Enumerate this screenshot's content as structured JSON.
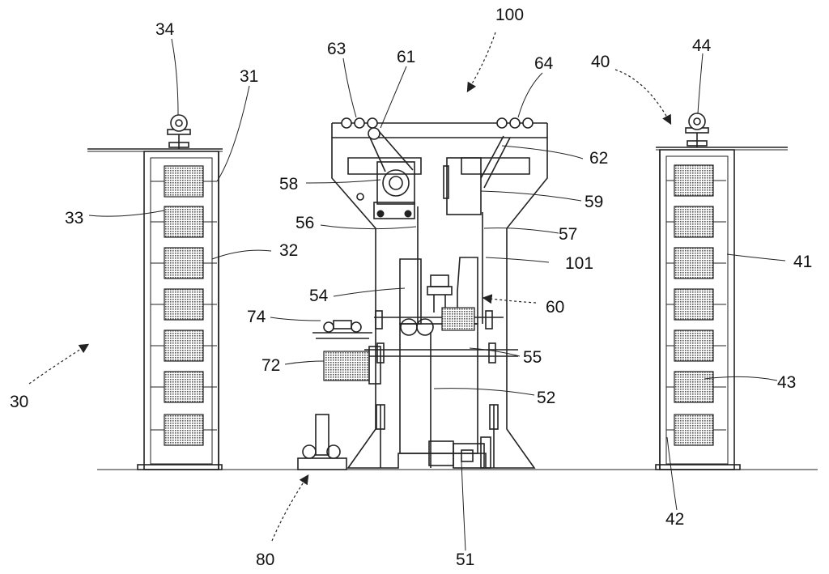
{
  "labels": {
    "l100": "100",
    "l63": "63",
    "l61": "61",
    "l64": "64",
    "l40": "40",
    "l44": "44",
    "l34": "34",
    "l31": "31",
    "l62": "62",
    "l58": "58",
    "l59": "59",
    "l33": "33",
    "l56": "56",
    "l57": "57",
    "l32": "32",
    "l101": "101",
    "l54": "54",
    "l60": "60",
    "l74": "74",
    "l55": "55",
    "l72": "72",
    "l52": "52",
    "l30": "30",
    "l41": "41",
    "l43": "43",
    "l42": "42",
    "l80": "80",
    "l51": "51"
  }
}
